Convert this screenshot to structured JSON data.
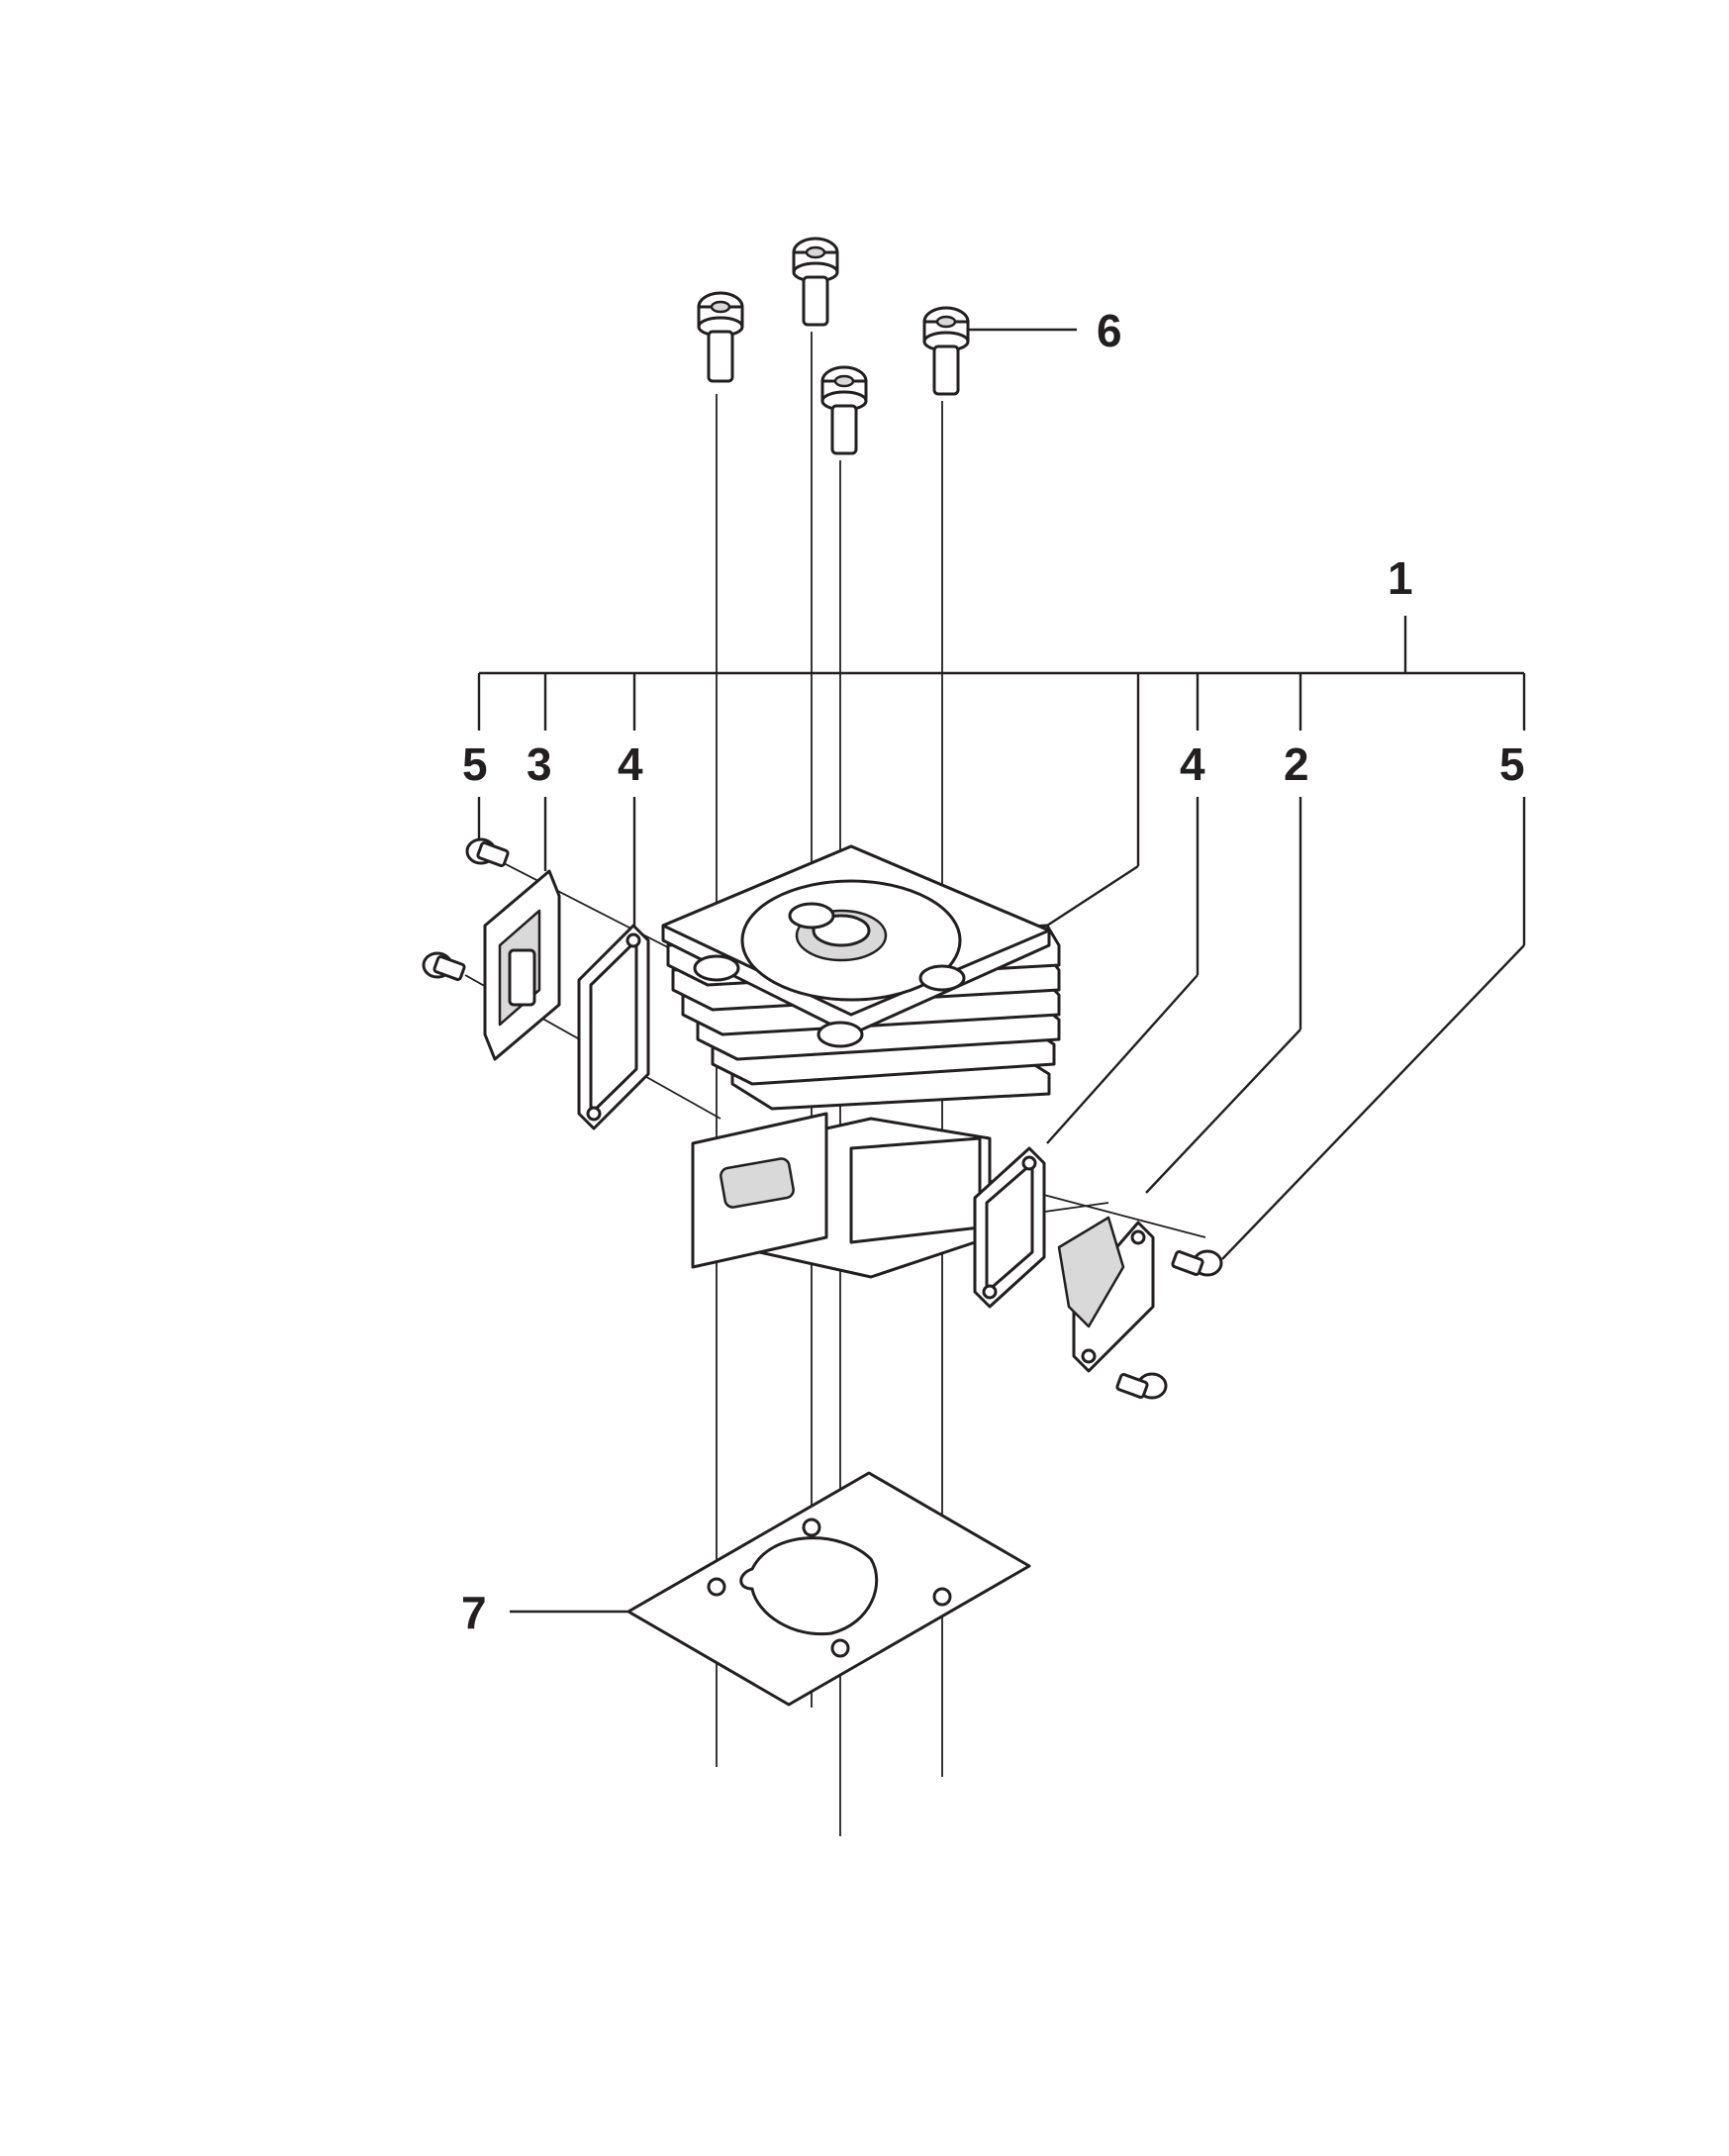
{
  "callouts": {
    "c1": "1",
    "c2": "2",
    "c3": "3",
    "c4_left": "4",
    "c4_right": "4",
    "c5_left": "5",
    "c5_right": "5",
    "c6": "6",
    "c7": "7"
  },
  "colors": {
    "ink": "#231f20",
    "paper": "#ffffff",
    "shade": "#d9d9d9"
  }
}
